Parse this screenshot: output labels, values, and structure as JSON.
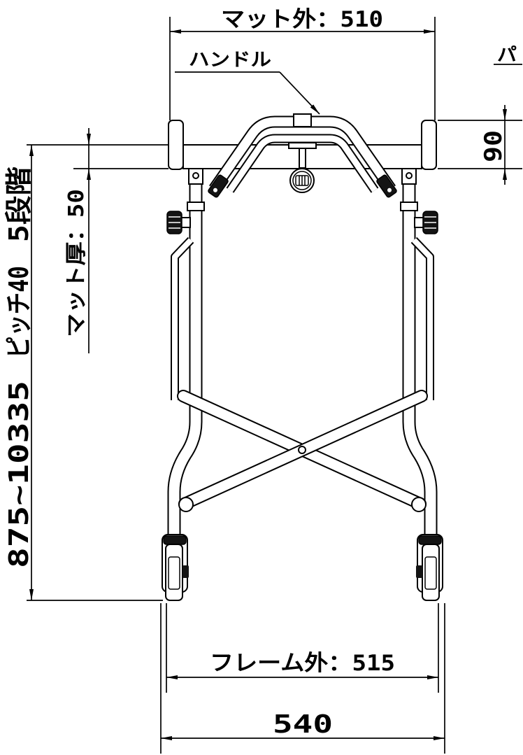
{
  "labels": {
    "mat_outer": "マット外：510",
    "handle": "ハンドル",
    "pad_partial": "パ",
    "handle_height": "90",
    "height_range": "875~10335",
    "height_pitch": "ピッチ40",
    "height_steps": "5段階",
    "mat_thickness": "マット厚：50",
    "frame_outer": "フレーム外：515",
    "overall_width": "540"
  },
  "colors": {
    "line": "#000000",
    "background": "#ffffff"
  }
}
